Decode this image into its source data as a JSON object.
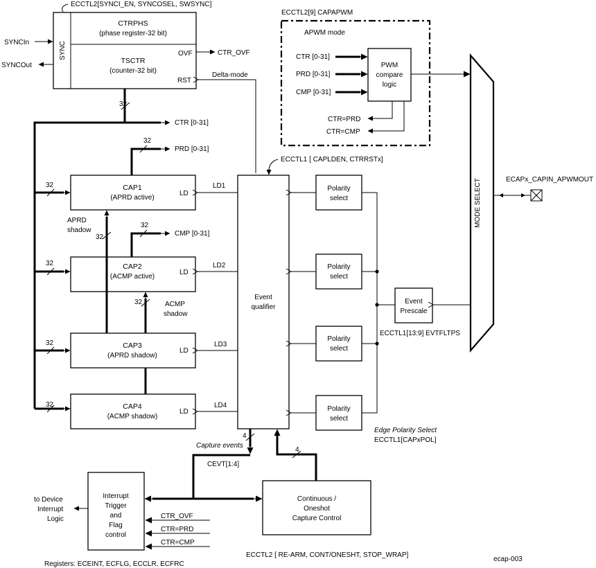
{
  "labels": {
    "ecctl2_sync": "ECCTL2[SYNCI_EN, SYNCOSEL, SWSYNC]",
    "syncin": "SYNCIn",
    "syncout": "SYNCOut",
    "sync": "SYNC",
    "ctrphs": "CTRPHS",
    "ctrphs_sub": "(phase register-32 bit)",
    "tsctr": "TSCTR",
    "tsctr_sub": "(counter-32 bit)",
    "ovf": "OVF",
    "ctr_ovf_out": "CTR_OVF",
    "rst": "RST",
    "delta_mode": "Delta-mode",
    "bus32": "32",
    "ctr_bus": "CTR [0-31]",
    "prd_bus": "PRD [0-31]",
    "cmp_bus": "CMP [0-31]",
    "capapwm": "ECCTL2[9] CAPAPWM",
    "apwm_mode": "APWM mode",
    "in_ctr": "CTR [0-31]",
    "in_prd": "PRD [0-31]",
    "in_cmp": "CMP [0-31]",
    "pwm1": "PWM",
    "pwm2": "compare",
    "pwm3": "logic",
    "ctr_eq_prd": "CTR=PRD",
    "ctr_eq_cmp": "CTR=CMP",
    "ecctl1_capldn": "ECCTL1 [ CAPLDEN, CTRRSTx]",
    "cap1": "CAP1",
    "cap1_sub": "(APRD active)",
    "cap2": "CAP2",
    "cap2_sub": "(ACMP active)",
    "cap3": "CAP3",
    "cap3_sub": "(APRD shadow)",
    "cap4": "CAP4",
    "cap4_sub": "(ACMP shadow)",
    "ld": "LD",
    "ld1": "LD1",
    "ld2": "LD2",
    "ld3": "LD3",
    "ld4": "LD4",
    "aprd": "APRD",
    "acmp": "ACMP",
    "shadow": "shadow",
    "event": "Event",
    "qualifier": "qualifier",
    "polarity": "Polarity",
    "select": "select",
    "prescale": "Prescale",
    "evtfltps": "ECCTL1[13:9] EVTFLTPS",
    "mode_select": "MODE SELECT",
    "ecapx": "ECAPx_CAPIN_APWMOUT",
    "edge_pol": "Edge Polarity Select",
    "capxpol": "ECCTL1[CAPxPOL]",
    "capture_events": "Capture events",
    "four": "4",
    "cevt": "CEVT[1:4]",
    "to_device1": "to Device",
    "to_device2": "Interrupt",
    "to_device3": "Logic",
    "int1": "Interrupt",
    "int2": "Trigger",
    "int3": "and",
    "int4": "Flag",
    "int5": "control",
    "in_ctr_ovf": "CTR_OVF",
    "in_ctr_prd": "CTR=PRD",
    "in_ctr_cmp": "CTR=CMP",
    "cont1": "Continuous /",
    "cont2": "Oneshot",
    "cont3": "Capture Control",
    "registers": "Registers:  ECEINT, ECFLG, ECCLR, ECFRC",
    "ecctl2_rearm": "ECCTL2 [ RE-ARM, CONT/ONESHT, STOP_WRAP]",
    "fig_id": "ecap-003"
  }
}
